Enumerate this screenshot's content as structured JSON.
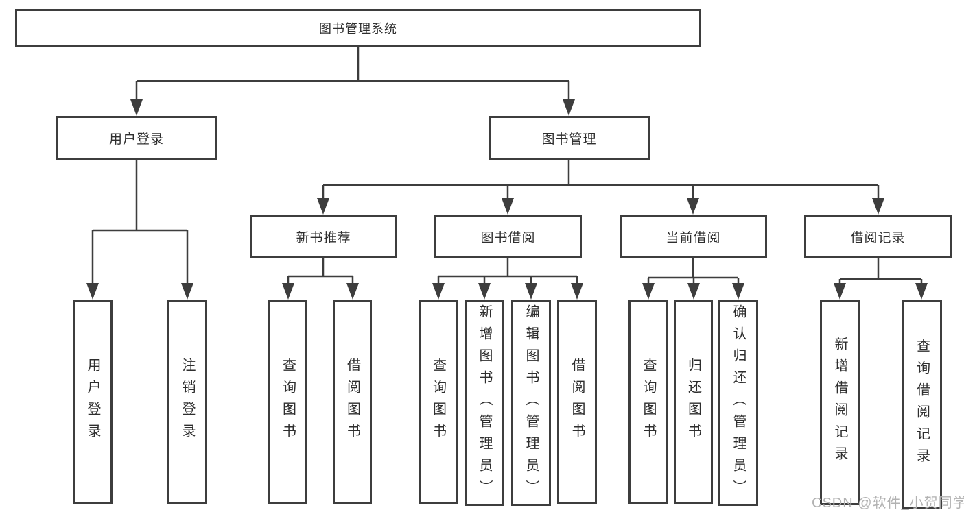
{
  "tree": {
    "root": {
      "label": "图书管理系统"
    },
    "modules": [
      {
        "label": "用户登录",
        "children": [
          {
            "label": "用户登录"
          },
          {
            "label": "注销登录"
          }
        ]
      },
      {
        "label": "图书管理",
        "children": [
          {
            "label": "新书推荐",
            "children": [
              {
                "label": "查询图书"
              },
              {
                "label": "借阅图书"
              }
            ]
          },
          {
            "label": "图书借阅",
            "children": [
              {
                "label": "查询图书"
              },
              {
                "label": "新增图书（管理员）"
              },
              {
                "label": "编辑图书（管理员）"
              },
              {
                "label": "借阅图书"
              }
            ]
          },
          {
            "label": "当前借阅",
            "children": [
              {
                "label": "查询图书"
              },
              {
                "label": "归还图书"
              },
              {
                "label": "确认归还（管理员）"
              }
            ]
          },
          {
            "label": "借阅记录",
            "children": [
              {
                "label": "新增借阅记录"
              },
              {
                "label": "查询借阅记录"
              }
            ]
          }
        ]
      }
    ]
  },
  "watermark": {
    "text": "CSDN @软件_小贺同学",
    "color": "#b2b2b2"
  },
  "colors": {
    "line": "#3d3d3d",
    "box_border": "#3d3d3d",
    "box_fill": "#ffffff",
    "text": "#2e2e2e"
  }
}
